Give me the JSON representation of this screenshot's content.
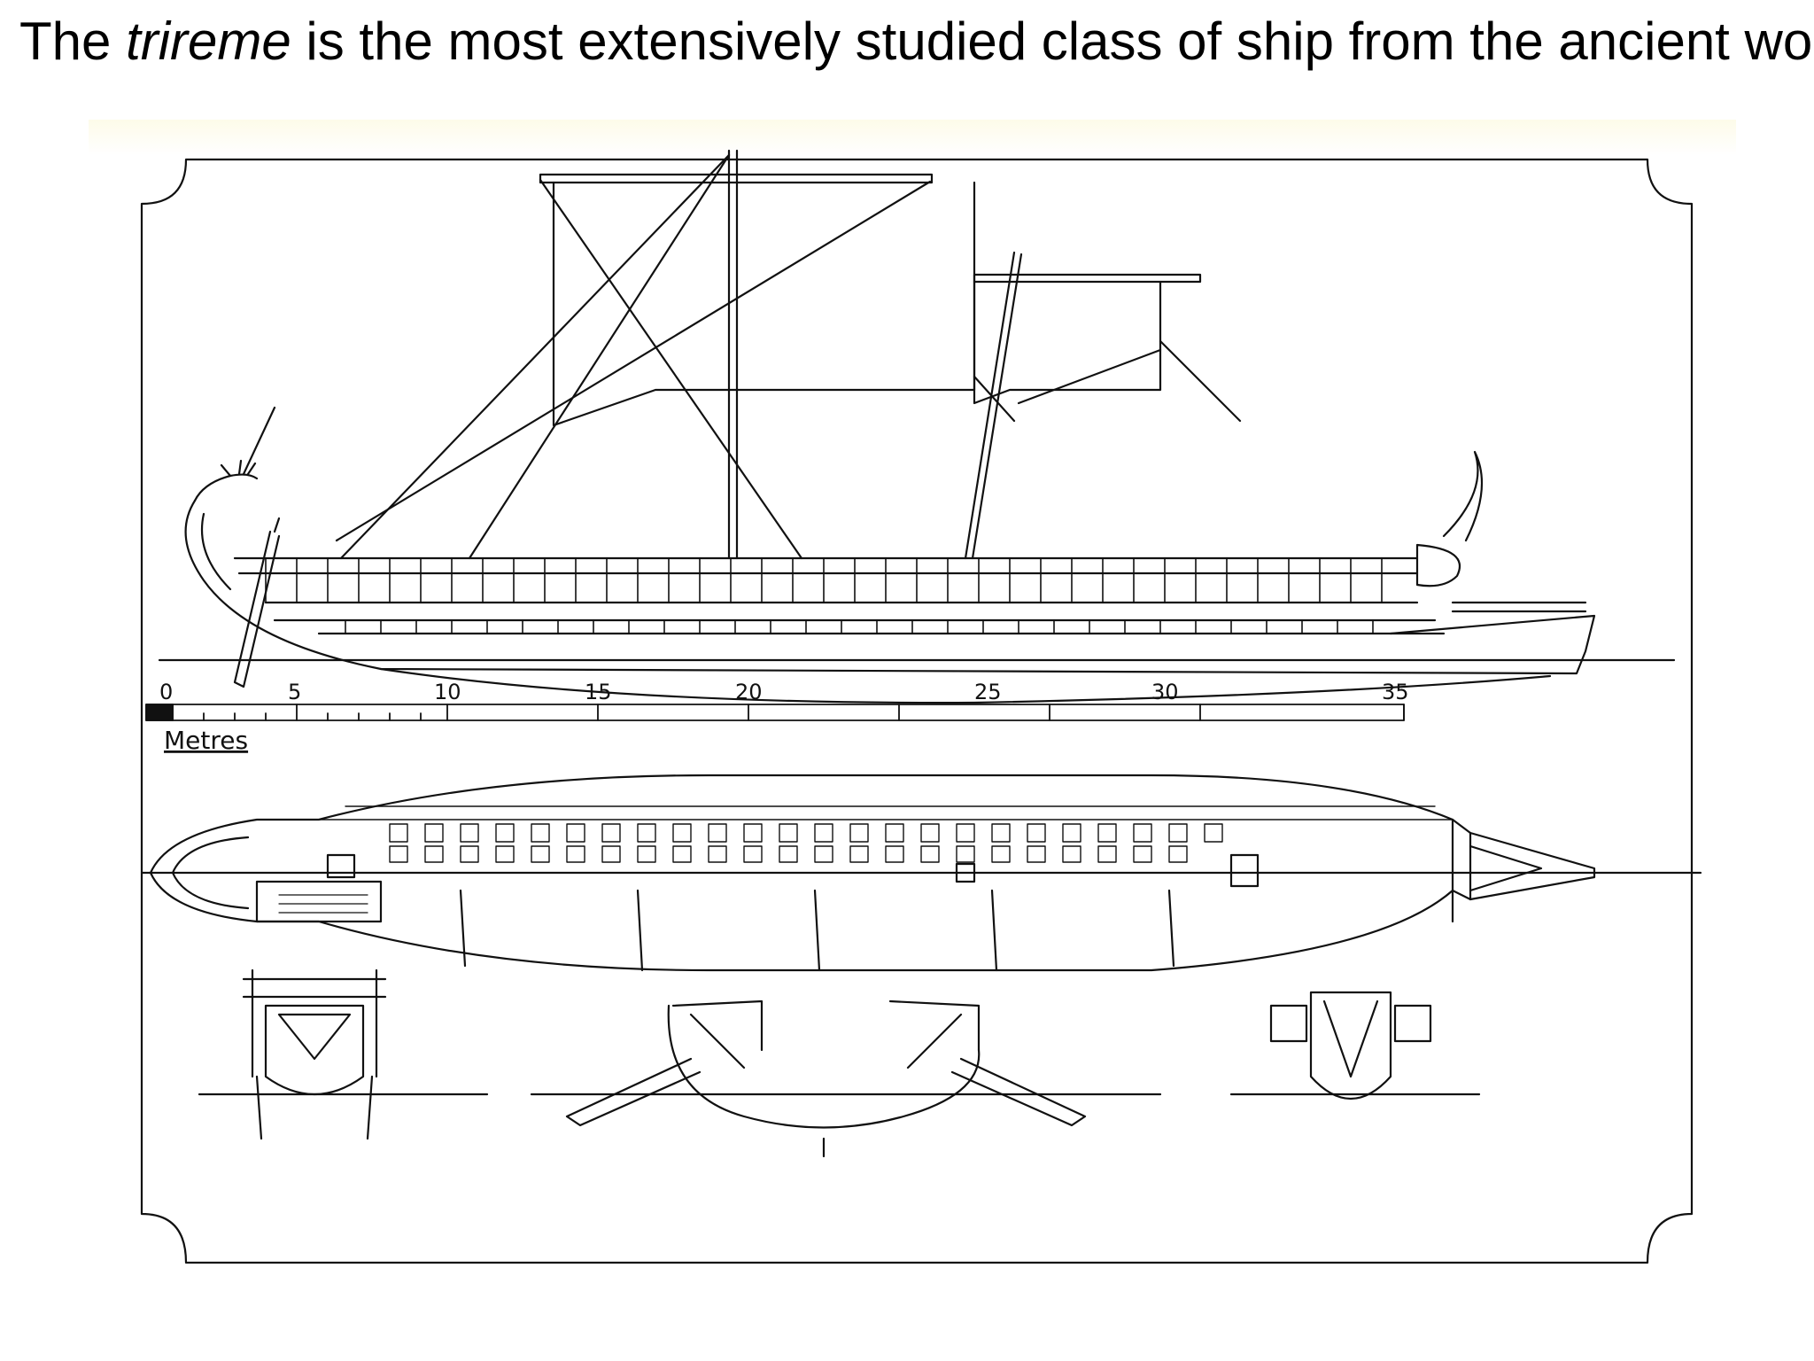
{
  "slide": {
    "title_before": "The ",
    "title_emph": "trireme",
    "title_after": " is the most extensively studied class of ship from the ancient  world"
  },
  "drawing": {
    "scale_unit": "Metres",
    "scale_ticks": [
      "0",
      "5",
      "10",
      "15",
      "20",
      "25",
      "30",
      "35"
    ],
    "views": [
      "side-elevation",
      "deck-plan",
      "bow-section",
      "midship-section",
      "stern-section"
    ]
  }
}
